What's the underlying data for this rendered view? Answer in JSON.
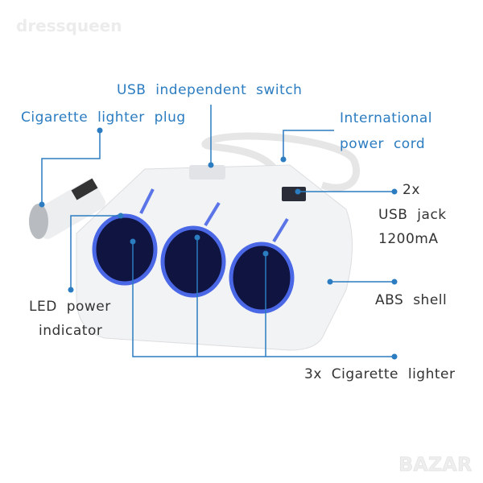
{
  "watermark": "dressqueen",
  "logo": "BAZAR",
  "labels": {
    "usb_switch": "USB independent switch",
    "plug": "Cigarette lighter plug",
    "power_cord_1": "International",
    "power_cord_2": "power cord",
    "usb_jack_1": "2x",
    "usb_jack_2": "USB jack",
    "usb_jack_3": "1200mA",
    "led_1": "LED power",
    "led_2": "indicator",
    "abs": "ABS shell",
    "lighter": "3x Cigarette lighter"
  },
  "colors": {
    "callout": "#2b7cc0",
    "led": "#3a4fd8",
    "body": "#f2f3f5"
  }
}
